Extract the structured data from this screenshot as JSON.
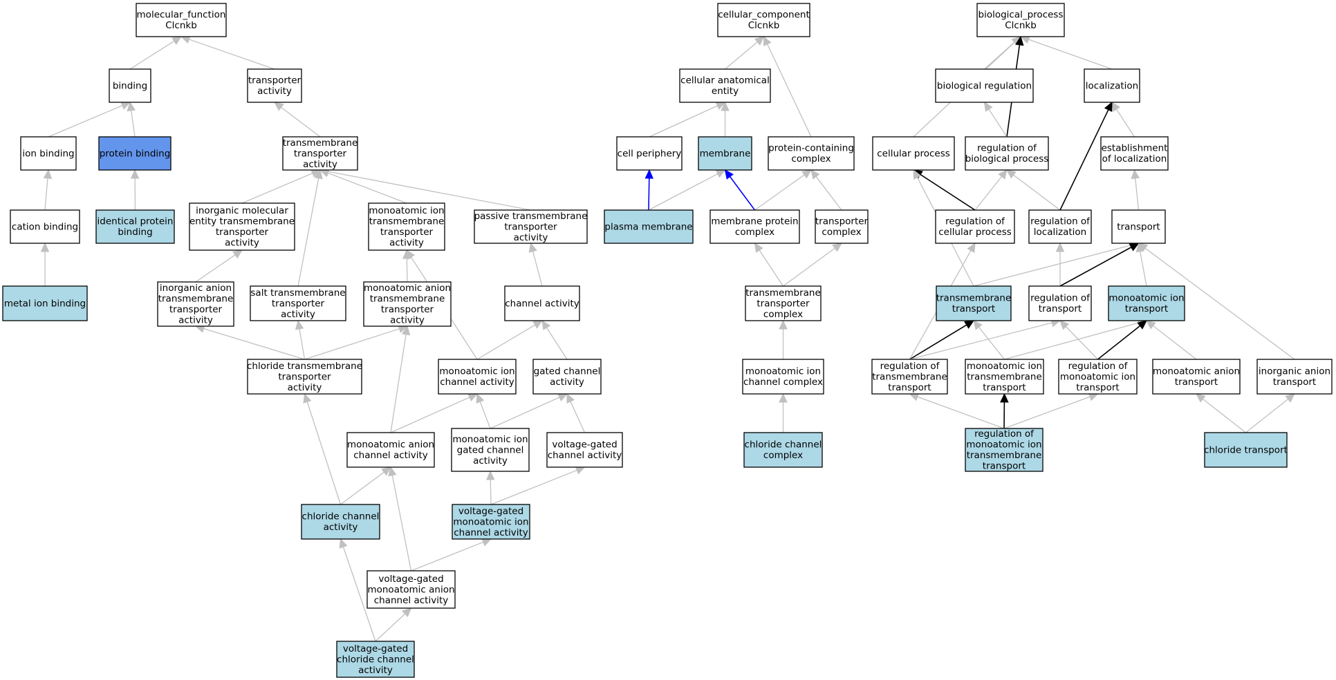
{
  "colors": {
    "default_fill": "#ffffff",
    "annotated_fill": "#add8e6",
    "highlight_fill": "#6495ed",
    "node_stroke": "#000000",
    "edge_gray": "#c0c0c0",
    "edge_black": "#000000",
    "edge_blue": "#0000ff"
  },
  "nodes": [
    {
      "id": "mf",
      "lines": [
        "molecular_function",
        "Clcnkb"
      ],
      "style": "default"
    },
    {
      "id": "binding",
      "lines": [
        "binding"
      ],
      "style": "default"
    },
    {
      "id": "transporter_activity",
      "lines": [
        "transporter",
        "activity"
      ],
      "style": "default"
    },
    {
      "id": "ion_binding",
      "lines": [
        "ion binding"
      ],
      "style": "default"
    },
    {
      "id": "protein_binding",
      "lines": [
        "protein binding"
      ],
      "style": "highlight"
    },
    {
      "id": "tm_transporter_activity",
      "lines": [
        "transmembrane",
        "transporter",
        "activity"
      ],
      "style": "default"
    },
    {
      "id": "cation_binding",
      "lines": [
        "cation binding"
      ],
      "style": "default"
    },
    {
      "id": "identical_protein_binding",
      "lines": [
        "identical protein",
        "binding"
      ],
      "style": "annotated"
    },
    {
      "id": "inorganic_molecular",
      "lines": [
        "inorganic molecular",
        "entity transmembrane",
        "transporter",
        "activity"
      ],
      "style": "default"
    },
    {
      "id": "monoatomic_ion_tm_transporter",
      "lines": [
        "monoatomic ion",
        "transmembrane",
        "transporter",
        "activity"
      ],
      "style": "default"
    },
    {
      "id": "passive_tm_transporter",
      "lines": [
        "passive transmembrane",
        "transporter",
        "activity"
      ],
      "style": "default"
    },
    {
      "id": "metal_ion_binding",
      "lines": [
        "metal ion binding"
      ],
      "style": "annotated"
    },
    {
      "id": "inorganic_anion_tm",
      "lines": [
        "inorganic anion",
        "transmembrane",
        "transporter",
        "activity"
      ],
      "style": "default"
    },
    {
      "id": "salt_tm",
      "lines": [
        "salt transmembrane",
        "transporter",
        "activity"
      ],
      "style": "default"
    },
    {
      "id": "monoatomic_anion_tm",
      "lines": [
        "monoatomic anion",
        "transmembrane",
        "transporter",
        "activity"
      ],
      "style": "default"
    },
    {
      "id": "channel_activity",
      "lines": [
        "channel activity"
      ],
      "style": "default"
    },
    {
      "id": "chloride_tm",
      "lines": [
        "chloride transmembrane",
        "transporter",
        "activity"
      ],
      "style": "default"
    },
    {
      "id": "monoatomic_ion_channel",
      "lines": [
        "monoatomic ion",
        "channel activity"
      ],
      "style": "default"
    },
    {
      "id": "gated_channel",
      "lines": [
        "gated channel",
        "activity"
      ],
      "style": "default"
    },
    {
      "id": "monoatomic_anion_channel",
      "lines": [
        "monoatomic anion",
        "channel activity"
      ],
      "style": "default"
    },
    {
      "id": "monoatomic_ion_gated",
      "lines": [
        "monoatomic ion",
        "gated channel",
        "activity"
      ],
      "style": "default"
    },
    {
      "id": "voltage_gated_channel",
      "lines": [
        "voltage-gated",
        "channel activity"
      ],
      "style": "default"
    },
    {
      "id": "chloride_channel_activity",
      "lines": [
        "chloride channel",
        "activity"
      ],
      "style": "annotated"
    },
    {
      "id": "vg_monoatomic_ion_channel",
      "lines": [
        "voltage-gated",
        "monoatomic ion",
        "channel activity"
      ],
      "style": "annotated"
    },
    {
      "id": "vg_monoatomic_anion_channel",
      "lines": [
        "voltage-gated",
        "monoatomic anion",
        "channel activity"
      ],
      "style": "default"
    },
    {
      "id": "vg_chloride_channel",
      "lines": [
        "voltage-gated",
        "chloride channel",
        "activity"
      ],
      "style": "annotated"
    },
    {
      "id": "cc",
      "lines": [
        "cellular_component",
        "Clcnkb"
      ],
      "style": "default"
    },
    {
      "id": "cellular_anatomical_entity",
      "lines": [
        "cellular anatomical",
        "entity"
      ],
      "style": "default"
    },
    {
      "id": "cell_periphery",
      "lines": [
        "cell periphery"
      ],
      "style": "default"
    },
    {
      "id": "membrane",
      "lines": [
        "membrane"
      ],
      "style": "annotated"
    },
    {
      "id": "protein_containing_complex",
      "lines": [
        "protein-containing",
        "complex"
      ],
      "style": "default"
    },
    {
      "id": "plasma_membrane",
      "lines": [
        "plasma membrane"
      ],
      "style": "annotated"
    },
    {
      "id": "membrane_protein_complex",
      "lines": [
        "membrane protein",
        "complex"
      ],
      "style": "default"
    },
    {
      "id": "transporter_complex",
      "lines": [
        "transporter",
        "complex"
      ],
      "style": "default"
    },
    {
      "id": "tm_transporter_complex",
      "lines": [
        "transmembrane",
        "transporter",
        "complex"
      ],
      "style": "default"
    },
    {
      "id": "monoatomic_ion_channel_complex",
      "lines": [
        "monoatomic ion",
        "channel complex"
      ],
      "style": "default"
    },
    {
      "id": "chloride_channel_complex",
      "lines": [
        "chloride channel",
        "complex"
      ],
      "style": "annotated"
    },
    {
      "id": "bp",
      "lines": [
        "biological_process",
        "Clcnkb"
      ],
      "style": "default"
    },
    {
      "id": "biological_regulation",
      "lines": [
        "biological regulation"
      ],
      "style": "default"
    },
    {
      "id": "localization",
      "lines": [
        "localization"
      ],
      "style": "default"
    },
    {
      "id": "cellular_process",
      "lines": [
        "cellular process"
      ],
      "style": "default"
    },
    {
      "id": "regulation_biological_process",
      "lines": [
        "regulation of",
        "biological process"
      ],
      "style": "default"
    },
    {
      "id": "establishment_localization",
      "lines": [
        "establishment",
        "of localization"
      ],
      "style": "default"
    },
    {
      "id": "regulation_cellular_process",
      "lines": [
        "regulation of",
        "cellular process"
      ],
      "style": "default"
    },
    {
      "id": "regulation_localization",
      "lines": [
        "regulation of",
        "localization"
      ],
      "style": "default"
    },
    {
      "id": "transport",
      "lines": [
        "transport"
      ],
      "style": "default"
    },
    {
      "id": "tm_transport",
      "lines": [
        "transmembrane",
        "transport"
      ],
      "style": "annotated"
    },
    {
      "id": "regulation_transport",
      "lines": [
        "regulation of",
        "transport"
      ],
      "style": "default"
    },
    {
      "id": "monoatomic_ion_transport",
      "lines": [
        "monoatomic ion",
        "transport"
      ],
      "style": "annotated"
    },
    {
      "id": "regulation_tm_transport",
      "lines": [
        "regulation of",
        "transmembrane",
        "transport"
      ],
      "style": "default"
    },
    {
      "id": "monoatomic_ion_tm_transport",
      "lines": [
        "monoatomic ion",
        "transmembrane",
        "transport"
      ],
      "style": "default"
    },
    {
      "id": "regulation_monoatomic_ion_transport",
      "lines": [
        "regulation of",
        "monoatomic ion",
        "transport"
      ],
      "style": "default"
    },
    {
      "id": "monoatomic_anion_transport",
      "lines": [
        "monoatomic anion",
        "transport"
      ],
      "style": "default"
    },
    {
      "id": "inorganic_anion_transport",
      "lines": [
        "inorganic anion",
        "transport"
      ],
      "style": "default"
    },
    {
      "id": "regulation_monoatomic_ion_tm_transport",
      "lines": [
        "regulation of",
        "monoatomic ion",
        "transmembrane",
        "transport"
      ],
      "style": "annotated"
    },
    {
      "id": "chloride_transport",
      "lines": [
        "chloride transport"
      ],
      "style": "annotated"
    }
  ],
  "edges": [
    {
      "from": "binding",
      "to": "mf",
      "style": "gray"
    },
    {
      "from": "transporter_activity",
      "to": "mf",
      "style": "gray"
    },
    {
      "from": "ion_binding",
      "to": "binding",
      "style": "gray"
    },
    {
      "from": "protein_binding",
      "to": "binding",
      "style": "gray"
    },
    {
      "from": "tm_transporter_activity",
      "to": "transporter_activity",
      "style": "gray"
    },
    {
      "from": "cation_binding",
      "to": "ion_binding",
      "style": "gray"
    },
    {
      "from": "identical_protein_binding",
      "to": "protein_binding",
      "style": "gray"
    },
    {
      "from": "metal_ion_binding",
      "to": "cation_binding",
      "style": "gray"
    },
    {
      "from": "inorganic_molecular",
      "to": "tm_transporter_activity",
      "style": "gray"
    },
    {
      "from": "monoatomic_ion_tm_transporter",
      "to": "tm_transporter_activity",
      "style": "gray"
    },
    {
      "from": "passive_tm_transporter",
      "to": "tm_transporter_activity",
      "style": "gray"
    },
    {
      "from": "salt_tm",
      "to": "tm_transporter_activity",
      "style": "gray"
    },
    {
      "from": "inorganic_anion_tm",
      "to": "inorganic_molecular",
      "style": "gray"
    },
    {
      "from": "monoatomic_anion_tm",
      "to": "monoatomic_ion_tm_transporter",
      "style": "gray"
    },
    {
      "from": "channel_activity",
      "to": "passive_tm_transporter",
      "style": "gray"
    },
    {
      "from": "chloride_tm",
      "to": "inorganic_anion_tm",
      "style": "gray"
    },
    {
      "from": "chloride_tm",
      "to": "salt_tm",
      "style": "gray"
    },
    {
      "from": "chloride_tm",
      "to": "monoatomic_anion_tm",
      "style": "gray"
    },
    {
      "from": "monoatomic_ion_channel",
      "to": "channel_activity",
      "style": "gray"
    },
    {
      "from": "monoatomic_ion_channel",
      "to": "monoatomic_ion_tm_transporter",
      "style": "gray"
    },
    {
      "from": "gated_channel",
      "to": "channel_activity",
      "style": "gray"
    },
    {
      "from": "monoatomic_anion_channel",
      "to": "monoatomic_ion_channel",
      "style": "gray"
    },
    {
      "from": "monoatomic_anion_channel",
      "to": "monoatomic_anion_tm",
      "style": "gray"
    },
    {
      "from": "monoatomic_ion_gated",
      "to": "monoatomic_ion_channel",
      "style": "gray"
    },
    {
      "from": "monoatomic_ion_gated",
      "to": "gated_channel",
      "style": "gray"
    },
    {
      "from": "voltage_gated_channel",
      "to": "gated_channel",
      "style": "gray"
    },
    {
      "from": "chloride_channel_activity",
      "to": "chloride_tm",
      "style": "gray"
    },
    {
      "from": "chloride_channel_activity",
      "to": "monoatomic_anion_channel",
      "style": "gray"
    },
    {
      "from": "vg_monoatomic_ion_channel",
      "to": "monoatomic_ion_gated",
      "style": "gray"
    },
    {
      "from": "vg_monoatomic_ion_channel",
      "to": "voltage_gated_channel",
      "style": "gray"
    },
    {
      "from": "vg_monoatomic_anion_channel",
      "to": "monoatomic_anion_channel",
      "style": "gray"
    },
    {
      "from": "vg_monoatomic_anion_channel",
      "to": "vg_monoatomic_ion_channel",
      "style": "gray"
    },
    {
      "from": "vg_chloride_channel",
      "to": "chloride_channel_activity",
      "style": "gray"
    },
    {
      "from": "vg_chloride_channel",
      "to": "vg_monoatomic_anion_channel",
      "style": "gray"
    },
    {
      "from": "cellular_anatomical_entity",
      "to": "cc",
      "style": "gray"
    },
    {
      "from": "protein_containing_complex",
      "to": "cc",
      "style": "gray"
    },
    {
      "from": "cell_periphery",
      "to": "cellular_anatomical_entity",
      "style": "gray"
    },
    {
      "from": "membrane",
      "to": "cellular_anatomical_entity",
      "style": "gray"
    },
    {
      "from": "plasma_membrane",
      "to": "cell_periphery",
      "style": "blue"
    },
    {
      "from": "plasma_membrane",
      "to": "membrane",
      "style": "gray"
    },
    {
      "from": "membrane_protein_complex",
      "to": "membrane",
      "style": "blue"
    },
    {
      "from": "membrane_protein_complex",
      "to": "protein_containing_complex",
      "style": "gray"
    },
    {
      "from": "transporter_complex",
      "to": "protein_containing_complex",
      "style": "gray"
    },
    {
      "from": "tm_transporter_complex",
      "to": "membrane_protein_complex",
      "style": "gray"
    },
    {
      "from": "tm_transporter_complex",
      "to": "transporter_complex",
      "style": "gray"
    },
    {
      "from": "monoatomic_ion_channel_complex",
      "to": "tm_transporter_complex",
      "style": "gray"
    },
    {
      "from": "chloride_channel_complex",
      "to": "monoatomic_ion_channel_complex",
      "style": "gray"
    },
    {
      "from": "biological_regulation",
      "to": "bp",
      "style": "gray"
    },
    {
      "from": "localization",
      "to": "bp",
      "style": "gray"
    },
    {
      "from": "cellular_process",
      "to": "bp",
      "style": "gray"
    },
    {
      "from": "regulation_biological_process",
      "to": "bp",
      "style": "black"
    },
    {
      "from": "regulation_biological_process",
      "to": "biological_regulation",
      "style": "gray"
    },
    {
      "from": "establishment_localization",
      "to": "localization",
      "style": "gray"
    },
    {
      "from": "regulation_cellular_process",
      "to": "cellular_process",
      "style": "black"
    },
    {
      "from": "regulation_cellular_process",
      "to": "regulation_biological_process",
      "style": "gray"
    },
    {
      "from": "regulation_localization",
      "to": "regulation_biological_process",
      "style": "gray"
    },
    {
      "from": "regulation_localization",
      "to": "localization",
      "style": "black"
    },
    {
      "from": "transport",
      "to": "establishment_localization",
      "style": "gray"
    },
    {
      "from": "tm_transport",
      "to": "cellular_process",
      "style": "gray"
    },
    {
      "from": "tm_transport",
      "to": "transport",
      "style": "gray"
    },
    {
      "from": "regulation_transport",
      "to": "regulation_localization",
      "style": "gray"
    },
    {
      "from": "regulation_transport",
      "to": "transport",
      "style": "black"
    },
    {
      "from": "monoatomic_ion_transport",
      "to": "transport",
      "style": "gray"
    },
    {
      "from": "regulation_tm_transport",
      "to": "regulation_cellular_process",
      "style": "gray"
    },
    {
      "from": "regulation_tm_transport",
      "to": "tm_transport",
      "style": "black"
    },
    {
      "from": "regulation_tm_transport",
      "to": "regulation_transport",
      "style": "gray"
    },
    {
      "from": "monoatomic_ion_tm_transport",
      "to": "tm_transport",
      "style": "gray"
    },
    {
      "from": "monoatomic_ion_tm_transport",
      "to": "monoatomic_ion_transport",
      "style": "gray"
    },
    {
      "from": "regulation_monoatomic_ion_transport",
      "to": "regulation_transport",
      "style": "gray"
    },
    {
      "from": "regulation_monoatomic_ion_transport",
      "to": "monoatomic_ion_transport",
      "style": "black"
    },
    {
      "from": "monoatomic_anion_transport",
      "to": "monoatomic_ion_transport",
      "style": "gray"
    },
    {
      "from": "inorganic_anion_transport",
      "to": "transport",
      "style": "gray"
    },
    {
      "from": "regulation_monoatomic_ion_tm_transport",
      "to": "regulation_tm_transport",
      "style": "gray"
    },
    {
      "from": "regulation_monoatomic_ion_tm_transport",
      "to": "monoatomic_ion_tm_transport",
      "style": "black"
    },
    {
      "from": "regulation_monoatomic_ion_tm_transport",
      "to": "regulation_monoatomic_ion_transport",
      "style": "gray"
    },
    {
      "from": "chloride_transport",
      "to": "monoatomic_anion_transport",
      "style": "gray"
    },
    {
      "from": "chloride_transport",
      "to": "inorganic_anion_transport",
      "style": "gray"
    }
  ]
}
